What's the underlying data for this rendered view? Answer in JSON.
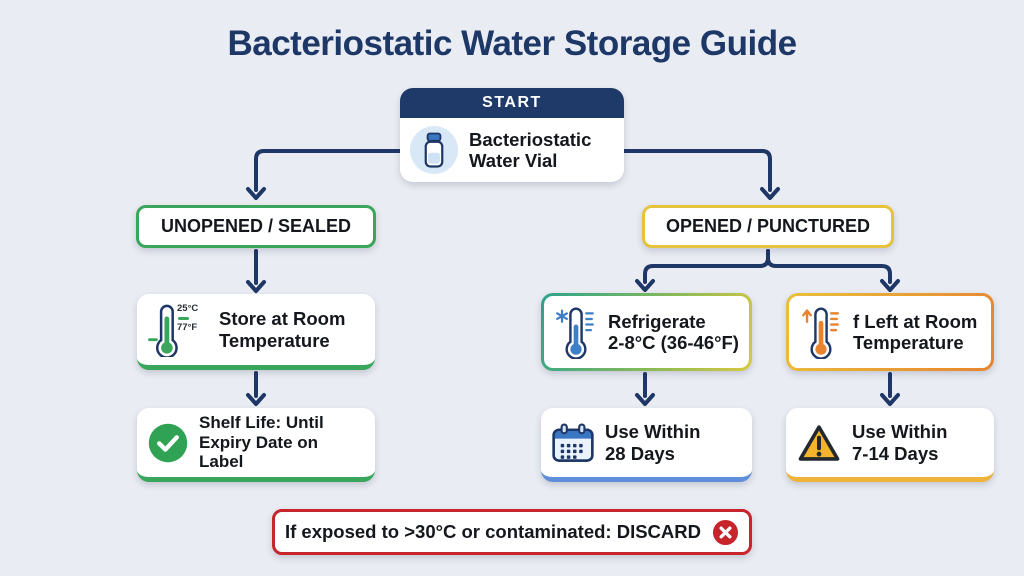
{
  "title": "Bacteriostatic Water Storage Guide",
  "flowchart": {
    "start": {
      "header": "START",
      "line1": "Bacteriostatic",
      "line2": "Water Vial"
    },
    "branch_unopened": {
      "label": "UNOPENED / SEALED"
    },
    "branch_opened": {
      "label": "OPENED / PUNCTURED"
    },
    "store_room": {
      "line1": "Store at Room",
      "line2": "Temperature",
      "temp_c": "25°C",
      "temp_f": "77°F"
    },
    "shelf_life": {
      "line1": "Shelf Life: Until",
      "line2": "Expiry Date on Label"
    },
    "refrigerate": {
      "line1": "Refrigerate",
      "line2": "2-8°C (36-46°F)"
    },
    "left_at_room": {
      "line1": "f Left at Room",
      "line2": "Temperature"
    },
    "use_within_28": {
      "line1": "Use Within",
      "line2": "28 Days"
    },
    "use_within_7_14": {
      "line1": "Use Within",
      "line2": "7-14 Days"
    },
    "warning": {
      "label": "If exposed to >30°C or contaminated: DISCARD"
    }
  },
  "icons": {
    "start_node": "water-vial-icon",
    "store_room": "thermometer-room-icon",
    "shelf_life": "check-circle-icon",
    "refrigerate": "thermometer-cold-snowflake-icon",
    "left_at_room": "thermometer-warm-up-arrow-icon",
    "use_within_28": "calendar-icon",
    "use_within_7_14": "warning-triangle-icon",
    "warning": "discard-x-circle-icon"
  },
  "colors": {
    "background": "#e9ecf2",
    "navy": "#1e3766",
    "green": "#3aa65c",
    "yellow_border": "#e6c33c",
    "teal_gradient_start": "#2aa38c",
    "lime_gradient_end": "#d8c840",
    "amber_gradient_start": "#e9c03c",
    "orange_gradient_end": "#e8832f",
    "blue_accent": "#5e8fd8",
    "calendar_blue": "#3a76c2",
    "warning_amber": "#f3b32b",
    "red": "#c8242b",
    "text": "#14171c"
  }
}
